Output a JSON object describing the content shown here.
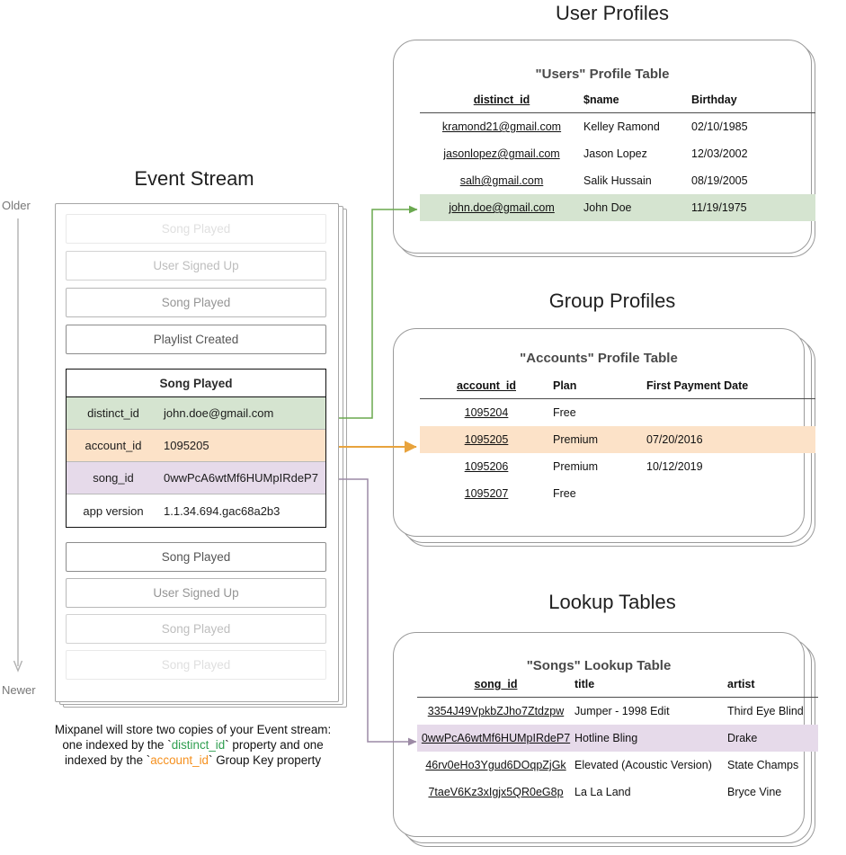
{
  "sections": {
    "event_stream": {
      "title": "Event Stream",
      "timeline": {
        "older": "Older",
        "newer": "Newer"
      },
      "events_before": [
        {
          "label": "Song Played",
          "fade": "f1"
        },
        {
          "label": "User Signed Up",
          "fade": "f2"
        },
        {
          "label": "Song Played",
          "fade": "f3"
        },
        {
          "label": "Playlist Created",
          "fade": "f4"
        }
      ],
      "expanded_event": {
        "name": "Song Played",
        "properties": [
          {
            "key": "distinct_id",
            "value": "john.doe@gmail.com",
            "highlight": "green"
          },
          {
            "key": "account_id",
            "value": "1095205",
            "highlight": "orange"
          },
          {
            "key": "song_id",
            "value": "0wwPcA6wtMf6HUMpIRdeP7",
            "highlight": "purple"
          },
          {
            "key": "app version",
            "value": "1.1.34.694.gac68a2b3",
            "highlight": "none"
          }
        ]
      },
      "events_after": [
        {
          "label": "Song Played",
          "fade": "f4"
        },
        {
          "label": "User Signed Up",
          "fade": "f3"
        },
        {
          "label": "Song Played",
          "fade": "f2"
        },
        {
          "label": "Song Played",
          "fade": "f1"
        }
      ],
      "caption": {
        "line1": "Mixpanel will store two copies of your Event stream:",
        "line2_a": "one indexed by the `",
        "line2_token": "distinct_id",
        "line2_b": "` property and one",
        "line3_a": "indexed by the `",
        "line3_token": "account_id",
        "line3_b": "` Group Key property"
      }
    },
    "user_profiles": {
      "title": "User Profiles",
      "table_title": "\"Users\" Profile Table",
      "columns": [
        "distinct_id",
        "$name",
        "Birthday"
      ],
      "rows": [
        {
          "cells": [
            "kramond21@gmail.com",
            "Kelley Ramond",
            "02/10/1985"
          ],
          "highlight": "none"
        },
        {
          "cells": [
            "jasonlopez@gmail.com",
            "Jason Lopez",
            "12/03/2002"
          ],
          "highlight": "none"
        },
        {
          "cells": [
            "salh@gmail.com",
            "Salik Hussain",
            "08/19/2005"
          ],
          "highlight": "none"
        },
        {
          "cells": [
            "john.doe@gmail.com",
            "John Doe",
            "11/19/1975"
          ],
          "highlight": "green"
        }
      ]
    },
    "group_profiles": {
      "title": "Group Profiles",
      "table_title": "\"Accounts\" Profile Table",
      "columns": [
        "account_id",
        "Plan",
        "First Payment Date"
      ],
      "rows": [
        {
          "cells": [
            "1095204",
            "Free",
            ""
          ],
          "highlight": "none"
        },
        {
          "cells": [
            "1095205",
            "Premium",
            "07/20/2016"
          ],
          "highlight": "orange"
        },
        {
          "cells": [
            "1095206",
            "Premium",
            "10/12/2019"
          ],
          "highlight": "none"
        },
        {
          "cells": [
            "1095207",
            "Free",
            ""
          ],
          "highlight": "none"
        }
      ]
    },
    "lookup_tables": {
      "title": "Lookup Tables",
      "table_title": "\"Songs\" Lookup Table",
      "columns": [
        "song_id",
        "title",
        "artist"
      ],
      "rows": [
        {
          "cells": [
            "3354J49VpkbZJho7Ztdzpw",
            "Jumper - 1998 Edit",
            "Third Eye Blind"
          ],
          "highlight": "none"
        },
        {
          "cells": [
            "0wwPcA6wtMf6HUMpIRdeP7",
            "Hotline Bling",
            "Drake"
          ],
          "highlight": "purple"
        },
        {
          "cells": [
            "46rv0eHo3Ygud6DOqpZjGk",
            "Elevated (Acoustic Version)",
            "State Champs"
          ],
          "highlight": "none"
        },
        {
          "cells": [
            "7taeV6Kz3xIgjx5QR0eG8p",
            "La La Land",
            "Bryce Vine"
          ],
          "highlight": "none"
        }
      ]
    }
  },
  "colors": {
    "green_highlight": "#d5e4d0",
    "orange_highlight": "#fce2c8",
    "purple_highlight": "#e6daea",
    "green_connector": "#6aa84f",
    "orange_connector": "#e8a33d",
    "purple_connector": "#9c8aa5",
    "panel_border": "#9a9a9a",
    "token_green": "#2e9e4f",
    "token_orange": "#f5901e"
  }
}
